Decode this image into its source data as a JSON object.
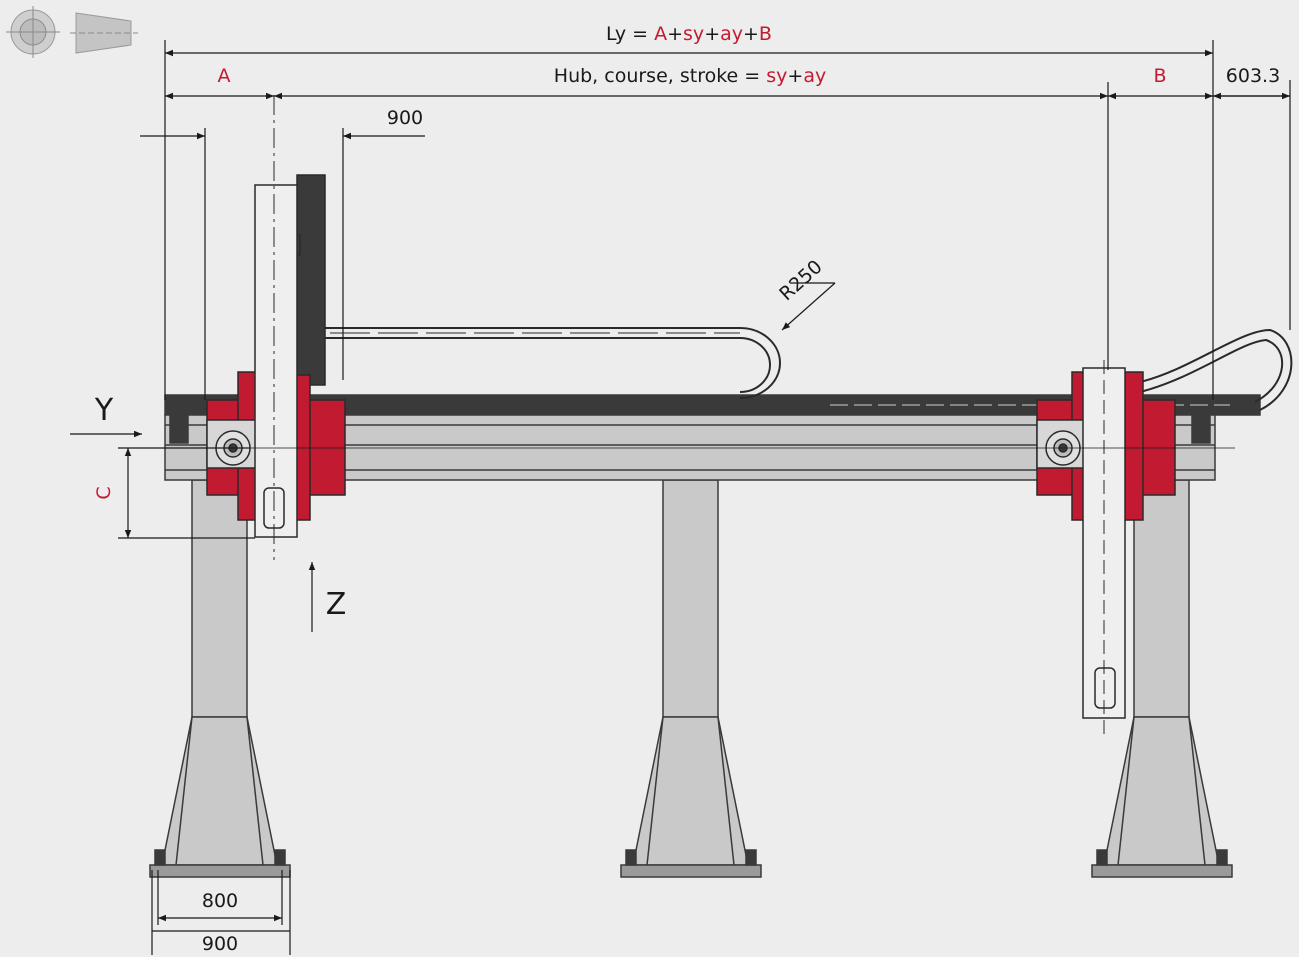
{
  "view_icons": [
    "front-view-circle-icon",
    "side-view-cone-icon"
  ],
  "colors": {
    "accent": "#c21a30",
    "frame": "#c9c9c9",
    "dark": "#3a3a3a",
    "background": "#ededed"
  },
  "dimensions": {
    "ly_prefix": "Ly = ",
    "ly_a": "A",
    "ly_plus1": "+",
    "ly_sy": "sy",
    "ly_plus2": "+",
    "ly_ay": "ay",
    "ly_plus3": "+",
    "ly_b": "B",
    "stroke_prefix": "Hub, course, stroke = ",
    "stroke_sy": "sy",
    "stroke_plus": "+",
    "stroke_ay": "ay",
    "a_label": "A",
    "b_label": "B",
    "overhang": "603.3",
    "carriage_width": "900",
    "cable_radius": "R250",
    "c_label": "C",
    "foot_inner": "800",
    "foot_outer": "900"
  },
  "axes": {
    "y": "Y",
    "z": "Z"
  }
}
